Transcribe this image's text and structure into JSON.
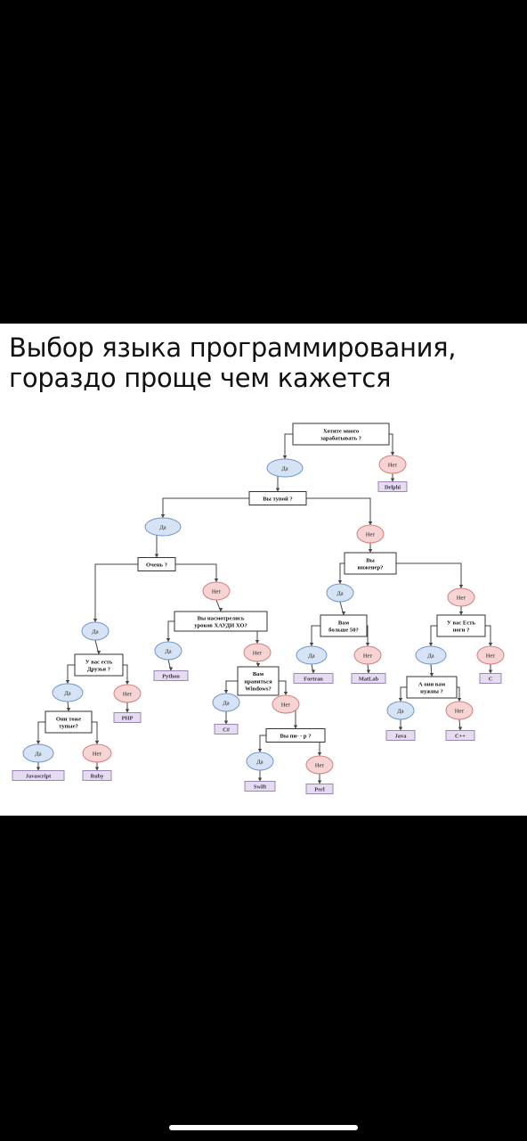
{
  "title": {
    "line1": "Выбор языка программирования,",
    "line2": "гораздо проще чем кажется"
  },
  "colors": {
    "yes_fill": "#d6e3f4",
    "yes_stroke": "#6f96cc",
    "no_fill": "#f6d4d4",
    "no_stroke": "#d87c7c",
    "lang_fill": "#e6dcef",
    "lang_stroke": "#9a86b7",
    "line": "#444444"
  },
  "nodes": [
    {
      "id": "q_money",
      "type": "question",
      "lines": [
        "Хотите много",
        "зарабатывать ?"
      ]
    },
    {
      "id": "a_money_yes",
      "type": "yes",
      "text": "Да"
    },
    {
      "id": "a_money_no",
      "type": "no",
      "text": "Нет"
    },
    {
      "id": "l_delphi",
      "type": "lang",
      "text": "Delphi"
    },
    {
      "id": "q_stupid",
      "type": "question",
      "lines": [
        "Вы тупой ?"
      ]
    },
    {
      "id": "a_stupid_yes",
      "type": "yes",
      "text": "Да"
    },
    {
      "id": "a_stupid_no",
      "type": "no",
      "text": "Нет"
    },
    {
      "id": "q_very",
      "type": "question",
      "lines": [
        "Очень ?"
      ]
    },
    {
      "id": "a_very_yes",
      "type": "yes",
      "text": "Да"
    },
    {
      "id": "a_very_no",
      "type": "no",
      "text": "Нет"
    },
    {
      "id": "q_friends",
      "type": "question",
      "lines": [
        "У вас есть",
        "Друзья ?"
      ]
    },
    {
      "id": "a_friends_yes",
      "type": "yes",
      "text": "Да"
    },
    {
      "id": "a_friends_no",
      "type": "no",
      "text": "Нет"
    },
    {
      "id": "l_php",
      "type": "lang",
      "text": "PHP"
    },
    {
      "id": "q_they_stupid",
      "type": "question",
      "lines": [
        "Они тоже",
        "тупые?"
      ]
    },
    {
      "id": "a_they_yes",
      "type": "yes",
      "text": "Да"
    },
    {
      "id": "a_they_no",
      "type": "no",
      "text": "Нет"
    },
    {
      "id": "l_js",
      "type": "lang",
      "text": "Javascript"
    },
    {
      "id": "l_ruby",
      "type": "lang",
      "text": "Ruby"
    },
    {
      "id": "q_howdy",
      "type": "question",
      "lines": [
        "Вы насмотрелись",
        "уроков ХАУДИ ХО?"
      ]
    },
    {
      "id": "a_howdy_yes",
      "type": "yes",
      "text": "Да"
    },
    {
      "id": "a_howdy_no",
      "type": "no",
      "text": "Нет"
    },
    {
      "id": "l_python",
      "type": "lang",
      "text": "Python"
    },
    {
      "id": "q_windows",
      "type": "question",
      "lines": [
        "Вам",
        "нравиться",
        "Windows?"
      ]
    },
    {
      "id": "a_windows_yes",
      "type": "yes",
      "text": "Да"
    },
    {
      "id": "a_windows_no",
      "type": "no",
      "text": "Нет"
    },
    {
      "id": "l_csharp",
      "type": "lang",
      "text": "C#"
    },
    {
      "id": "q_pidor",
      "type": "question",
      "lines": [
        "Вы пи- - р ?"
      ]
    },
    {
      "id": "a_pidor_yes",
      "type": "yes",
      "text": "Да"
    },
    {
      "id": "a_pidor_no",
      "type": "no",
      "text": "Нет"
    },
    {
      "id": "l_swift",
      "type": "lang",
      "text": "Swift"
    },
    {
      "id": "l_perl",
      "type": "lang",
      "text": "Perl"
    },
    {
      "id": "q_engineer",
      "type": "question",
      "lines": [
        "Вы",
        "инженер?"
      ]
    },
    {
      "id": "a_engineer_yes",
      "type": "yes",
      "text": "Да"
    },
    {
      "id": "a_engineer_no",
      "type": "no",
      "text": "Нет"
    },
    {
      "id": "q_over50",
      "type": "question",
      "lines": [
        "Вам",
        "больше 50?"
      ]
    },
    {
      "id": "a_over50_yes",
      "type": "yes",
      "text": "Да"
    },
    {
      "id": "a_over50_no",
      "type": "no",
      "text": "Нет"
    },
    {
      "id": "l_fortran",
      "type": "lang",
      "text": "Fortran"
    },
    {
      "id": "l_matlab",
      "type": "lang",
      "text": "MatLab"
    },
    {
      "id": "q_legs",
      "type": "question",
      "lines": [
        "У вас Есть",
        "ноги ?"
      ]
    },
    {
      "id": "a_legs_yes",
      "type": "yes",
      "text": "Да"
    },
    {
      "id": "a_legs_no",
      "type": "no",
      "text": "Нет"
    },
    {
      "id": "l_c",
      "type": "lang",
      "text": "C"
    },
    {
      "id": "q_need",
      "type": "question",
      "lines": [
        "А они вам",
        "нужны ?"
      ]
    },
    {
      "id": "a_need_yes",
      "type": "yes",
      "text": "Да"
    },
    {
      "id": "a_need_no",
      "type": "no",
      "text": "Нет"
    },
    {
      "id": "l_java",
      "type": "lang",
      "text": "Java"
    },
    {
      "id": "l_cpp",
      "type": "lang",
      "text": "C++"
    }
  ],
  "edges": [
    [
      "q_money",
      "a_money_yes"
    ],
    [
      "q_money",
      "a_money_no"
    ],
    [
      "a_money_no",
      "l_delphi"
    ],
    [
      "a_money_yes",
      "q_stupid"
    ],
    [
      "q_stupid",
      "a_stupid_yes"
    ],
    [
      "q_stupid",
      "a_stupid_no"
    ],
    [
      "a_stupid_yes",
      "q_very"
    ],
    [
      "a_stupid_no",
      "q_engineer"
    ],
    [
      "q_very",
      "a_very_yes"
    ],
    [
      "q_very",
      "a_very_no"
    ],
    [
      "a_very_yes",
      "q_friends"
    ],
    [
      "a_very_no",
      "q_howdy"
    ],
    [
      "q_friends",
      "a_friends_yes"
    ],
    [
      "q_friends",
      "a_friends_no"
    ],
    [
      "a_friends_no",
      "l_php"
    ],
    [
      "a_friends_yes",
      "q_they_stupid"
    ],
    [
      "q_they_stupid",
      "a_they_yes"
    ],
    [
      "q_they_stupid",
      "a_they_no"
    ],
    [
      "a_they_yes",
      "l_js"
    ],
    [
      "a_they_no",
      "l_ruby"
    ],
    [
      "q_howdy",
      "a_howdy_yes"
    ],
    [
      "q_howdy",
      "a_howdy_no"
    ],
    [
      "a_howdy_yes",
      "l_python"
    ],
    [
      "a_howdy_no",
      "q_windows"
    ],
    [
      "q_windows",
      "a_windows_yes"
    ],
    [
      "q_windows",
      "a_windows_no"
    ],
    [
      "a_windows_yes",
      "l_csharp"
    ],
    [
      "a_windows_no",
      "q_pidor"
    ],
    [
      "q_pidor",
      "a_pidor_yes"
    ],
    [
      "q_pidor",
      "a_pidor_no"
    ],
    [
      "a_pidor_yes",
      "l_swift"
    ],
    [
      "a_pidor_no",
      "l_perl"
    ],
    [
      "q_engineer",
      "a_engineer_yes"
    ],
    [
      "q_engineer",
      "a_engineer_no"
    ],
    [
      "a_engineer_yes",
      "q_over50"
    ],
    [
      "a_engineer_no",
      "q_legs"
    ],
    [
      "q_over50",
      "a_over50_yes"
    ],
    [
      "q_over50",
      "a_over50_no"
    ],
    [
      "a_over50_yes",
      "l_fortran"
    ],
    [
      "a_over50_no",
      "l_matlab"
    ],
    [
      "q_legs",
      "a_legs_yes"
    ],
    [
      "q_legs",
      "a_legs_no"
    ],
    [
      "a_legs_no",
      "l_c"
    ],
    [
      "a_legs_yes",
      "q_need"
    ],
    [
      "q_need",
      "a_need_yes"
    ],
    [
      "q_need",
      "a_need_no"
    ],
    [
      "a_need_yes",
      "l_java"
    ],
    [
      "a_need_no",
      "l_cpp"
    ]
  ]
}
